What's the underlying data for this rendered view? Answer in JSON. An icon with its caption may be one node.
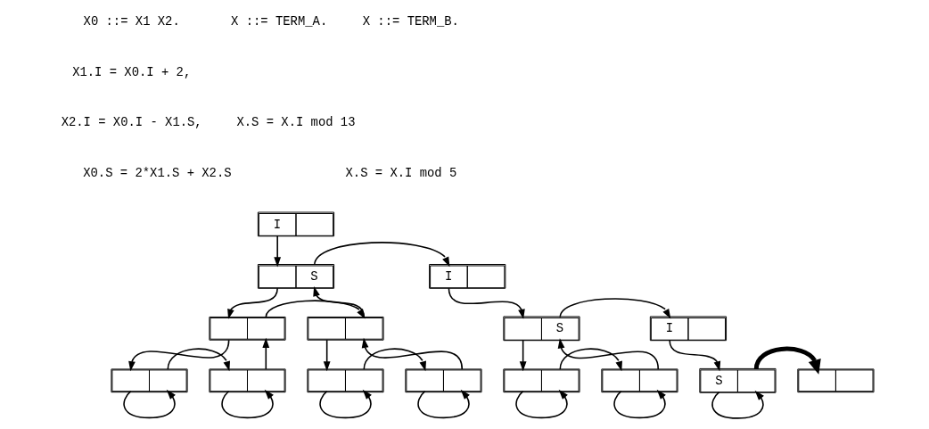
{
  "diagram": {
    "nodes": [
      {
        "text": [
          "I"
        ]
      },
      {
        "text": [
          "S"
        ]
      },
      {
        "text": [
          "I"
        ]
      },
      {
        "text": [],
        "shape": "box"
      },
      {
        "text": [],
        "shape": "box"
      },
      {
        "text": [
          "S"
        ]
      },
      {
        "text": [
          "I"
        ]
      },
      {
        "text": [],
        "shape": "box"
      },
      {
        "text": [],
        "shape": "box"
      },
      {
        "text": [],
        "shape": "box"
      },
      {
        "text": [],
        "shape": "box"
      },
      {
        "text": [],
        "shape": "box"
      },
      {
        "text": [],
        "shape": "box"
      },
      {
        "text": [
          "S"
        ]
      },
      {
        "text": [],
        "shape": "box"
      }
    ],
    "edges": [
      {
        "from": 0,
        "to": 1,
        "arrow": "to"
      },
      {
        "from": 1,
        "to": 2,
        "arrow": "to"
      },
      {
        "from": 1,
        "to": 3,
        "arrow": "to"
      },
      {
        "from": 3,
        "to": 4,
        "arrow": "to"
      },
      {
        "from": 4,
        "to": 1,
        "arrow": "to"
      },
      {
        "from": 3,
        "to": 7,
        "arrow": "to"
      },
      {
        "from": 7,
        "to": 8,
        "arrow": "to"
      },
      {
        "from": 8,
        "to": 3,
        "arrow": "to"
      },
      {
        "from": 7,
        "to": 7,
        "arrow": "to"
      },
      {
        "from": 8,
        "to": 8,
        "arrow": "to"
      },
      {
        "from": 4,
        "to": 9,
        "arrow": "to"
      },
      {
        "from": 9,
        "to": 10,
        "arrow": "to"
      },
      {
        "from": 10,
        "to": 4,
        "arrow": "to"
      },
      {
        "from": 9,
        "to": 9,
        "arrow": "to"
      },
      {
        "from": 10,
        "to": 10,
        "arrow": "to"
      },
      {
        "from": 2,
        "to": 5,
        "arrow": "to"
      },
      {
        "from": 5,
        "to": 6,
        "arrow": "to"
      },
      {
        "from": 5,
        "to": 11,
        "arrow": "to"
      },
      {
        "from": 11,
        "to": 12,
        "arrow": "to"
      },
      {
        "from": 12,
        "to": 5,
        "arrow": "to"
      },
      {
        "from": 11,
        "to": 11,
        "arrow": "to"
      },
      {
        "from": 12,
        "to": 12,
        "arrow": "to"
      },
      {
        "from": 6,
        "to": 13,
        "arrow": "to"
      },
      {
        "from": 13,
        "to": 14,
        "arrow": "to",
        "style": "thick"
      },
      {
        "from": 13,
        "to": 13,
        "arrow": "to"
      }
    ],
    "labels": [
      "X0 ::= X1 X2.",
      "X1.I = X0.I + 2,",
      "X2.I = X0.I - X1.S,",
      "X0.S = 2*X1.S + X2.S",
      "X ::= TERM_A.",
      "X.S = X.I mod 13",
      "X ::= TERM_B.",
      "X.S = X.I mod 5"
    ]
  }
}
